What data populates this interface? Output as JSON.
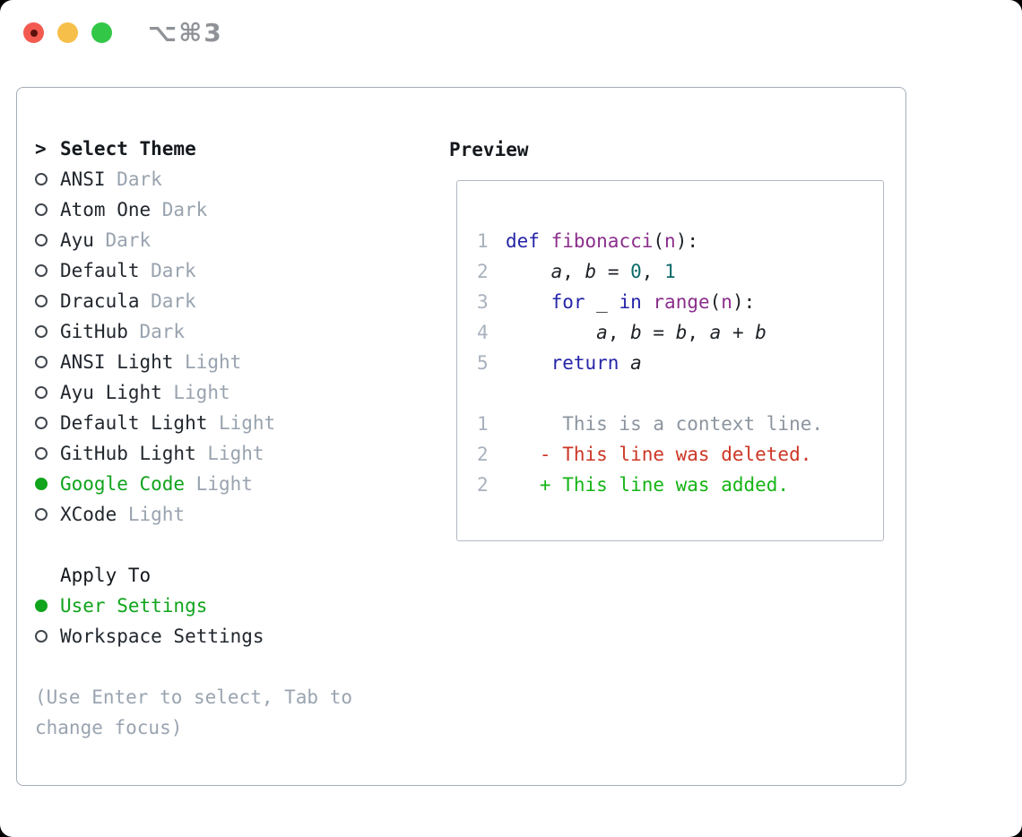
{
  "window": {
    "shortcut": "⌥⌘3"
  },
  "colors": {
    "selected_green": "#11a41c",
    "added_green": "#15b415",
    "deleted_red": "#cc3726",
    "keyword_blue": "#2525a8",
    "function_purple": "#8b2e8b",
    "number_teal": "#0e6a6a",
    "muted_gray": "#99a3af",
    "traffic_red": "#f25a50",
    "traffic_yellow": "#f6bf4a",
    "traffic_green": "#33c748"
  },
  "theme_picker": {
    "header_prefix": ">",
    "header": "Select Theme",
    "themes": [
      {
        "name": "ANSI",
        "variant": "Dark",
        "selected": false
      },
      {
        "name": "Atom One",
        "variant": "Dark",
        "selected": false
      },
      {
        "name": "Ayu",
        "variant": "Dark",
        "selected": false
      },
      {
        "name": "Default",
        "variant": "Dark",
        "selected": false
      },
      {
        "name": "Dracula",
        "variant": "Dark",
        "selected": false
      },
      {
        "name": "GitHub",
        "variant": "Dark",
        "selected": false
      },
      {
        "name": "ANSI Light",
        "variant": "Light",
        "selected": false
      },
      {
        "name": "Ayu Light",
        "variant": "Light",
        "selected": false
      },
      {
        "name": "Default Light",
        "variant": "Light",
        "selected": false
      },
      {
        "name": "GitHub Light",
        "variant": "Light",
        "selected": false
      },
      {
        "name": "Google Code",
        "variant": "Light",
        "selected": true
      },
      {
        "name": "XCode",
        "variant": "Light",
        "selected": false
      }
    ],
    "apply_to": {
      "header": "Apply To",
      "options": [
        {
          "label": "User Settings",
          "selected": true
        },
        {
          "label": "Workspace Settings",
          "selected": false
        }
      ]
    },
    "help_lines": [
      "(Use Enter to select, Tab to",
      "change focus)"
    ]
  },
  "preview": {
    "title": "Preview",
    "code_lines": [
      {
        "num": "1",
        "segments": [
          {
            "t": "def",
            "c": "kw"
          },
          {
            "t": " ",
            "c": "pl"
          },
          {
            "t": "fibonacci",
            "c": "fn"
          },
          {
            "t": "(",
            "c": "pl"
          },
          {
            "t": "n",
            "c": "fn"
          },
          {
            "t": "):",
            "c": "pl"
          }
        ]
      },
      {
        "num": "2",
        "segments": [
          {
            "t": "    ",
            "c": "pl"
          },
          {
            "t": "a",
            "c": "var"
          },
          {
            "t": ", ",
            "c": "pl"
          },
          {
            "t": "b",
            "c": "var"
          },
          {
            "t": " = ",
            "c": "pl"
          },
          {
            "t": "0",
            "c": "num"
          },
          {
            "t": ", ",
            "c": "pl"
          },
          {
            "t": "1",
            "c": "num"
          }
        ]
      },
      {
        "num": "3",
        "segments": [
          {
            "t": "    ",
            "c": "pl"
          },
          {
            "t": "for",
            "c": "kw"
          },
          {
            "t": " _ ",
            "c": "pl"
          },
          {
            "t": "in",
            "c": "kw"
          },
          {
            "t": " ",
            "c": "pl"
          },
          {
            "t": "range",
            "c": "fn"
          },
          {
            "t": "(",
            "c": "pl"
          },
          {
            "t": "n",
            "c": "fn"
          },
          {
            "t": "):",
            "c": "pl"
          }
        ]
      },
      {
        "num": "4",
        "segments": [
          {
            "t": "        ",
            "c": "pl"
          },
          {
            "t": "a",
            "c": "var"
          },
          {
            "t": ", ",
            "c": "pl"
          },
          {
            "t": "b",
            "c": "var"
          },
          {
            "t": " = ",
            "c": "pl"
          },
          {
            "t": "b",
            "c": "var"
          },
          {
            "t": ", ",
            "c": "pl"
          },
          {
            "t": "a",
            "c": "var"
          },
          {
            "t": " + ",
            "c": "pl"
          },
          {
            "t": "b",
            "c": "var"
          }
        ]
      },
      {
        "num": "5",
        "segments": [
          {
            "t": "    ",
            "c": "pl"
          },
          {
            "t": "return",
            "c": "kw"
          },
          {
            "t": " ",
            "c": "pl"
          },
          {
            "t": "a",
            "c": "var"
          }
        ]
      },
      {
        "num": "",
        "segments": []
      },
      {
        "num": "1",
        "segments": [
          {
            "t": "     This is a context line.",
            "c": "ctx"
          }
        ]
      },
      {
        "num": "2",
        "segments": [
          {
            "t": "   - This line was deleted.",
            "c": "del"
          }
        ]
      },
      {
        "num": "2",
        "segments": [
          {
            "t": "   + This line was added.",
            "c": "add"
          }
        ]
      }
    ]
  }
}
